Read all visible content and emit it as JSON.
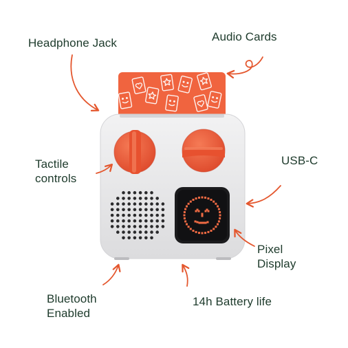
{
  "labels": {
    "headphone_jack": "Headphone Jack",
    "audio_cards": "Audio Cards",
    "tactile_controls": "Tactile\ncontrols",
    "usb_c": "USB-C",
    "pixel_display": "Pixel\nDisplay",
    "bluetooth": "Bluetooth\nEnabled",
    "battery": "14h Battery life"
  },
  "colors": {
    "text": "#1d3a2b",
    "arrow": "#e4572e",
    "card": "#f0643f",
    "knob": "#ee5a3a",
    "body": "#e9e9ea",
    "screen": "#1b1b1d",
    "pixels": "#ef6a43"
  },
  "icons": {
    "card_motifs": [
      "heart-icon",
      "star-icon",
      "smiley-icon"
    ],
    "display_face": "smiley-icon"
  }
}
